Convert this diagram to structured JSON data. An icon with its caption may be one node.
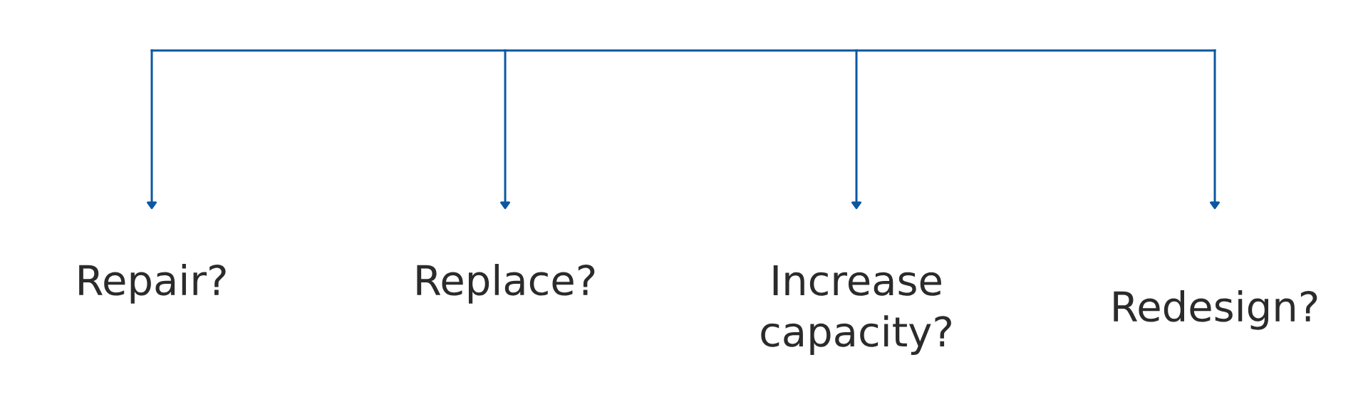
{
  "diagram": {
    "nodes": [
      {
        "text": [
          "Repair?"
        ]
      },
      {
        "text": [
          "Replace?"
        ]
      },
      {
        "text": [
          "Increase capacity?"
        ]
      },
      {
        "text": [
          "Redesign?"
        ]
      }
    ],
    "edges": [
      {
        "from": null,
        "to": 0,
        "arrow": "to"
      },
      {
        "from": null,
        "to": 1,
        "arrow": "to"
      },
      {
        "from": null,
        "to": 2,
        "arrow": "to"
      },
      {
        "from": null,
        "to": 3,
        "arrow": "to"
      }
    ]
  }
}
